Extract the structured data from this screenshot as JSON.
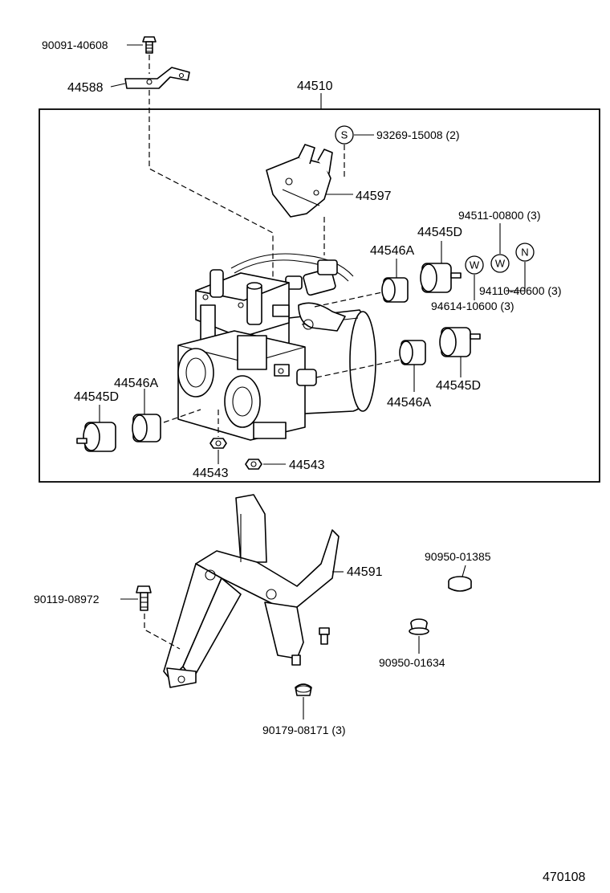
{
  "labels": {
    "bolt_top": "90091-40608",
    "bracket_top": "44588",
    "actuator_assy": "44510",
    "screw_s": "93269-15008 (2)",
    "bracket_actuator": "44597",
    "nut_w1": "94511-00800 (3)",
    "cushion_d_upper": "44545D",
    "cushion_a_upper": "44546A",
    "nut_n": "94110-40600 (3)",
    "washer_w2": "94614-10600 (3)",
    "cushion_a_left": "44546A",
    "cushion_d_left": "44545D",
    "cushion_a_right": "44546A",
    "cushion_d_right": "44545D",
    "nut_44543_left": "44543",
    "nut_44543_right": "44543",
    "grommet_upper": "90950-01385",
    "bracket_lower": "44591",
    "bolt_lower": "90119-08972",
    "grommet_lower": "90950-01634",
    "clip_bottom": "90179-08171 (3)",
    "diagram_number": "470108"
  },
  "symbols": {
    "s_letter": "S",
    "w_letter_1": "W",
    "w_letter_2": "W",
    "n_letter": "N"
  }
}
